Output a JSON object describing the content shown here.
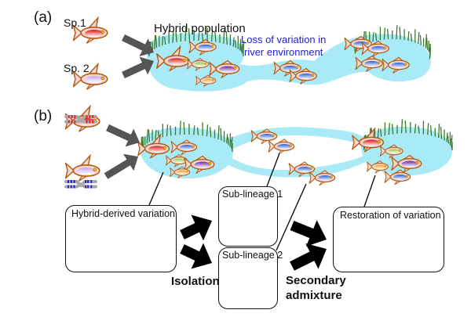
{
  "figure": {
    "panel_a": {
      "label": "(a)",
      "species_1": "Sp.1",
      "species_2": "Sp. 2",
      "hybrid_population": "Hybrid population",
      "loss_line1": "Loss of variation in",
      "loss_line2": "river environment"
    },
    "panel_b": {
      "label": "(b)",
      "hybrid_box_title": "Hybrid-derived variation",
      "sub1_title": "Sub-lineage 1",
      "sub2_title": "Sub-lineage 2",
      "restoration_title": "Restoration of variation",
      "isolation": "Isolation",
      "secondary_line1": "Secondary",
      "secondary_line2": "admixture"
    }
  },
  "colors": {
    "water": "#a8eaf5",
    "reed": "#3a7a2a",
    "arrow_gray": "#555555",
    "arrow_black": "#000000",
    "chromosome": "#a8a8a8",
    "red_band": "#e02020",
    "blue_band": "#1a1acc",
    "fish_outline": "#b05a10",
    "fish_red": "#d81818",
    "fish_lavender": "#c9a6ee",
    "fish_blue": "#2a5fd8",
    "fish_green": "#8cc84a",
    "fish_purple": "#6a2aa8",
    "fish_orange": "#f59a10",
    "loss_text": "#2222cc"
  }
}
